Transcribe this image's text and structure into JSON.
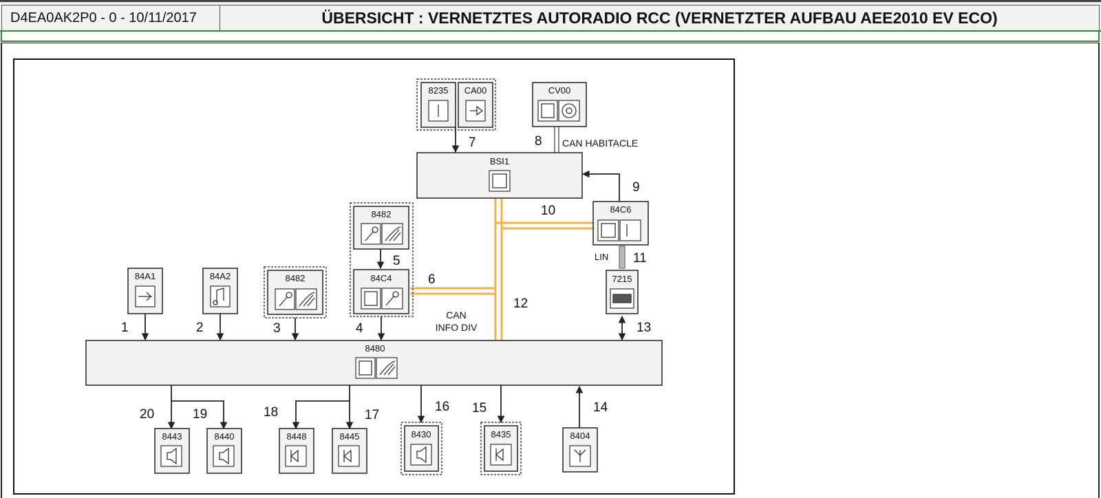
{
  "header": {
    "doc_id": "D4EA0AK2P0 - 0 - 10/11/2017",
    "title": "ÜBERSICHT : VERNETZTES AUTORADIO RCC (VERNETZTER AUFBAU AEE2010 EV ECO)"
  },
  "diagram": {
    "components": {
      "c8235": "8235",
      "ca00": "CA00",
      "cv00": "CV00",
      "bsi1": "BSI1",
      "c8482a": "8482",
      "c84c4": "84C4",
      "c84c6": "84C6",
      "c7215": "7215",
      "c84a1": "84A1",
      "c84a2": "84A2",
      "c8482b": "8482",
      "c8480": "8480",
      "c8443": "8443",
      "c8440": "8440",
      "c8448": "8448",
      "c8445": "8445",
      "c8430": "8430",
      "c8435": "8435",
      "c8404": "8404"
    },
    "links": [
      "1",
      "2",
      "3",
      "4",
      "5",
      "6",
      "7",
      "8",
      "9",
      "10",
      "11",
      "12",
      "13",
      "14",
      "15",
      "16",
      "17",
      "18",
      "19",
      "20"
    ],
    "labels": {
      "can_habitacle": "CAN HABITACLE",
      "can_info_div_1": "CAN",
      "can_info_div_2": "INFO DIV",
      "lin": "LIN"
    },
    "colors": {
      "can_bus": "#f5b041",
      "box_fill": "#f2f2f2",
      "stroke": "#222222"
    }
  }
}
